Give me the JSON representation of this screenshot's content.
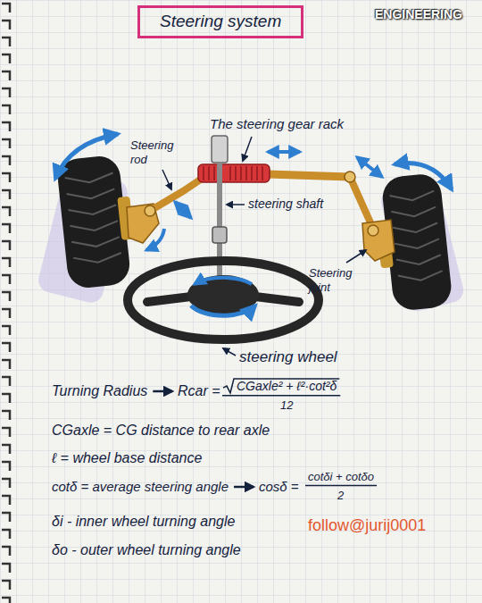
{
  "diagram": {
    "title": "Steering system",
    "labels": [
      "ENGINEERING",
      "The steering gear rack",
      "Steering rod",
      "steering shaft",
      "Steering joint",
      "steering wheel",
      "Turning Radius",
      "Rcar =",
      "CGaxle² + ℓ²·cot²δ",
      "12",
      "CGaxle = CG distance to rear axle",
      "ℓ = wheel base distance",
      "cotδ = average steering angle",
      "cosδ =",
      "cotδi + cotδo",
      "2",
      "δi - inner wheel turning angle",
      "δo - outer wheel turning angle",
      "follow@jurij0001"
    ]
  }
}
